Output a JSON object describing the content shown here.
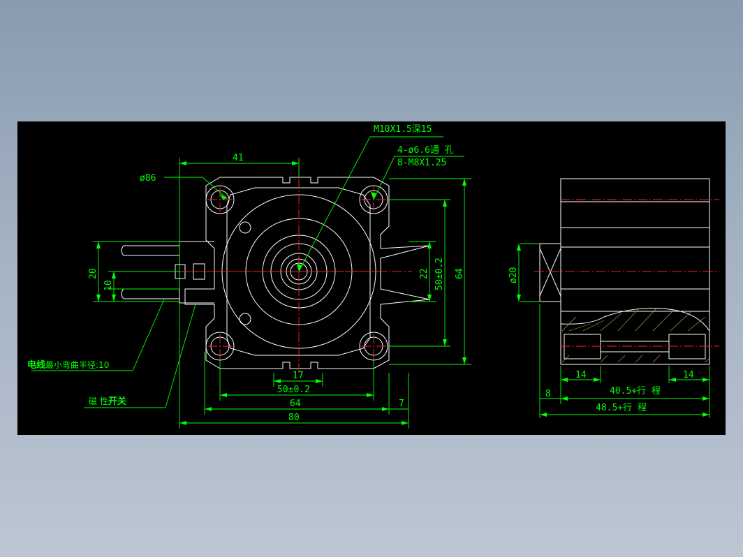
{
  "labels": {
    "thread_center": "M10X1.5深15",
    "through_holes": "4-ø6.6通 孔",
    "threads": "8-M8X1.25",
    "dia_86": "ø86",
    "dim_41": "41",
    "dim_20": "20",
    "dim_10": "10",
    "dim_22": "22",
    "dim_50_v": "50±0.2",
    "dim_64_v": "64",
    "dim_17": "17",
    "dim_50_h": "50±0.2",
    "dim_64_h": "64",
    "dim_7": "7",
    "dim_80": "80",
    "wire_bold": "电线",
    "wire_rest": "最小弯曲半径:10",
    "switch_plain": "磁 性",
    "switch_bold": "开关",
    "dia_20": "ø20",
    "dim_14_left": "14",
    "dim_14_right": "14",
    "dim_8": "8",
    "stroke_40_5": "40.5+行 程",
    "stroke_48_5": "48.5+行 程"
  },
  "colors": {
    "background": "#000000",
    "dimension": "#00ff00",
    "outline": "#ffffff",
    "centerline": "#ff2020",
    "hatch": "#c8a050"
  }
}
